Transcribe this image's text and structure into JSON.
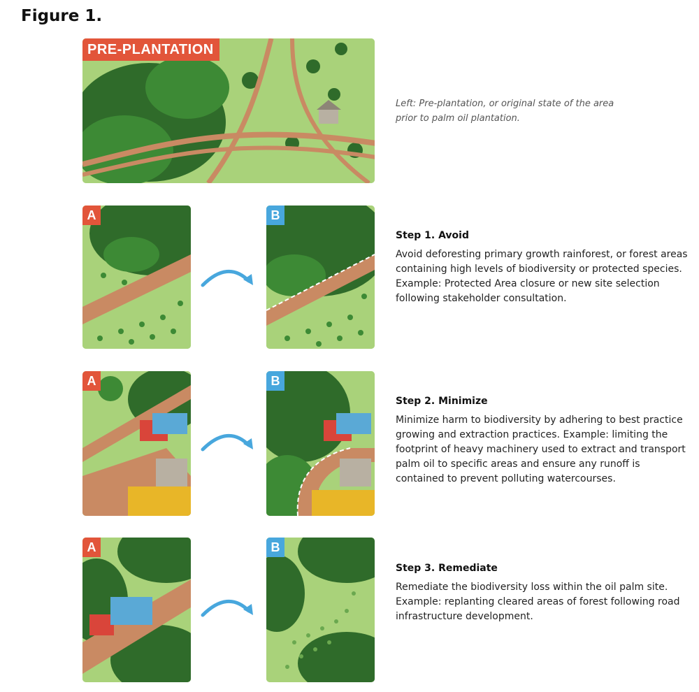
{
  "figure_title": "Figure 1.",
  "pre_plantation": {
    "label": "PRE-PLANTATION",
    "caption": "Left: Pre-plantation, or original state of the area prior to palm oil plantation."
  },
  "badges": {
    "a": "A",
    "b": "B"
  },
  "steps": [
    {
      "title": "Step 1. Avoid",
      "text": "Avoid deforesting primary growth rainforest, or forest areas containing high levels of biodiversity or protected species. Example: Protected Area closure or new site selection following stakeholder consultation."
    },
    {
      "title": "Step 2. Minimize",
      "text": "Minimize harm to biodiversity by adhering to best practice growing and extraction practices. Example: limiting the footprint of heavy machinery used to extract and transport palm oil to specific areas and ensure any runoff is contained to prevent polluting watercourses."
    },
    {
      "title": "Step 3. Remediate",
      "text": "Remediate the biodiversity loss within the oil palm site. Example: replanting cleared areas of forest following road infrastructure development."
    }
  ],
  "colors": {
    "grass": "#a9d27a",
    "forest": "#2f6b2a",
    "road": "#c98a63",
    "badge_a": "#e2553a",
    "badge_b": "#48a7dd",
    "arrow": "#48a7dd"
  }
}
